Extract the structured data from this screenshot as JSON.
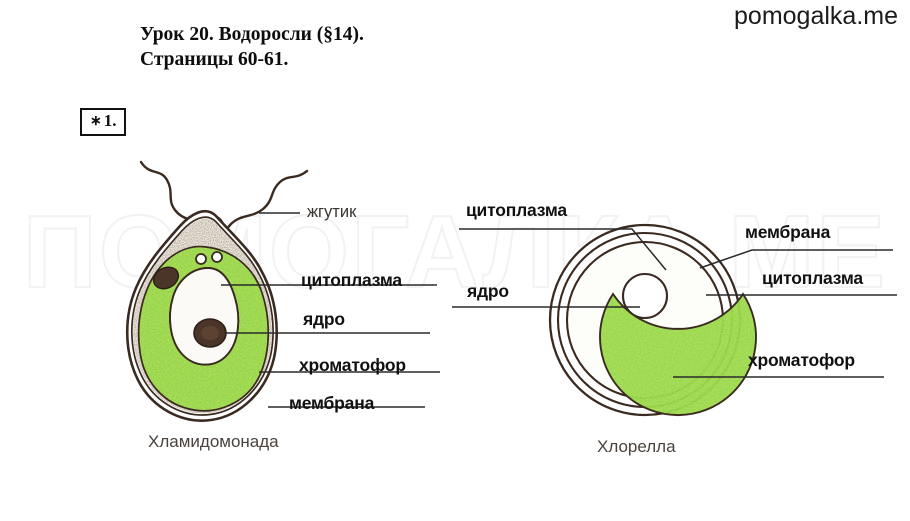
{
  "brand": {
    "text": "pomogalka.me"
  },
  "watermark": {
    "text": "ПОМОГАЛКА.МЕ"
  },
  "heading": {
    "line1": "Урок 20. Водоросли (§14).",
    "line2": "Страницы 60-61."
  },
  "task": {
    "marker": "∗",
    "number": "1."
  },
  "colors": {
    "chromatophore_green": "#7dc928",
    "ink_brown": "#3a2a20",
    "label_black": "#111111",
    "caption_gray": "#4a423c",
    "watermark_gray": "#f2f2f4",
    "page_background": "#ffffff"
  },
  "figures": [
    {
      "id": "chlamydomonas",
      "caption": "Хламидомонада",
      "labels": [
        {
          "id": "flagellum",
          "text": "жгутик",
          "style": "plain"
        },
        {
          "id": "cytoplasm",
          "text": "цитоплазма",
          "style": "bold"
        },
        {
          "id": "nucleus",
          "text": "ядро",
          "style": "bold"
        },
        {
          "id": "chromatophore",
          "text": "хроматофор",
          "style": "bold"
        },
        {
          "id": "membrane",
          "text": "мембрана",
          "style": "bold"
        }
      ]
    },
    {
      "id": "chlorella",
      "caption": "Хлорелла",
      "labels": [
        {
          "id": "cytoplasm-left",
          "text": "цитоплазма",
          "style": "bold"
        },
        {
          "id": "nucleus",
          "text": "ядро",
          "style": "bold"
        },
        {
          "id": "membrane",
          "text": "мембрана",
          "style": "bold"
        },
        {
          "id": "cytoplasm-right",
          "text": "цитоплазма",
          "style": "bold"
        },
        {
          "id": "chromatophore",
          "text": "хроматофор",
          "style": "bold"
        }
      ]
    }
  ]
}
